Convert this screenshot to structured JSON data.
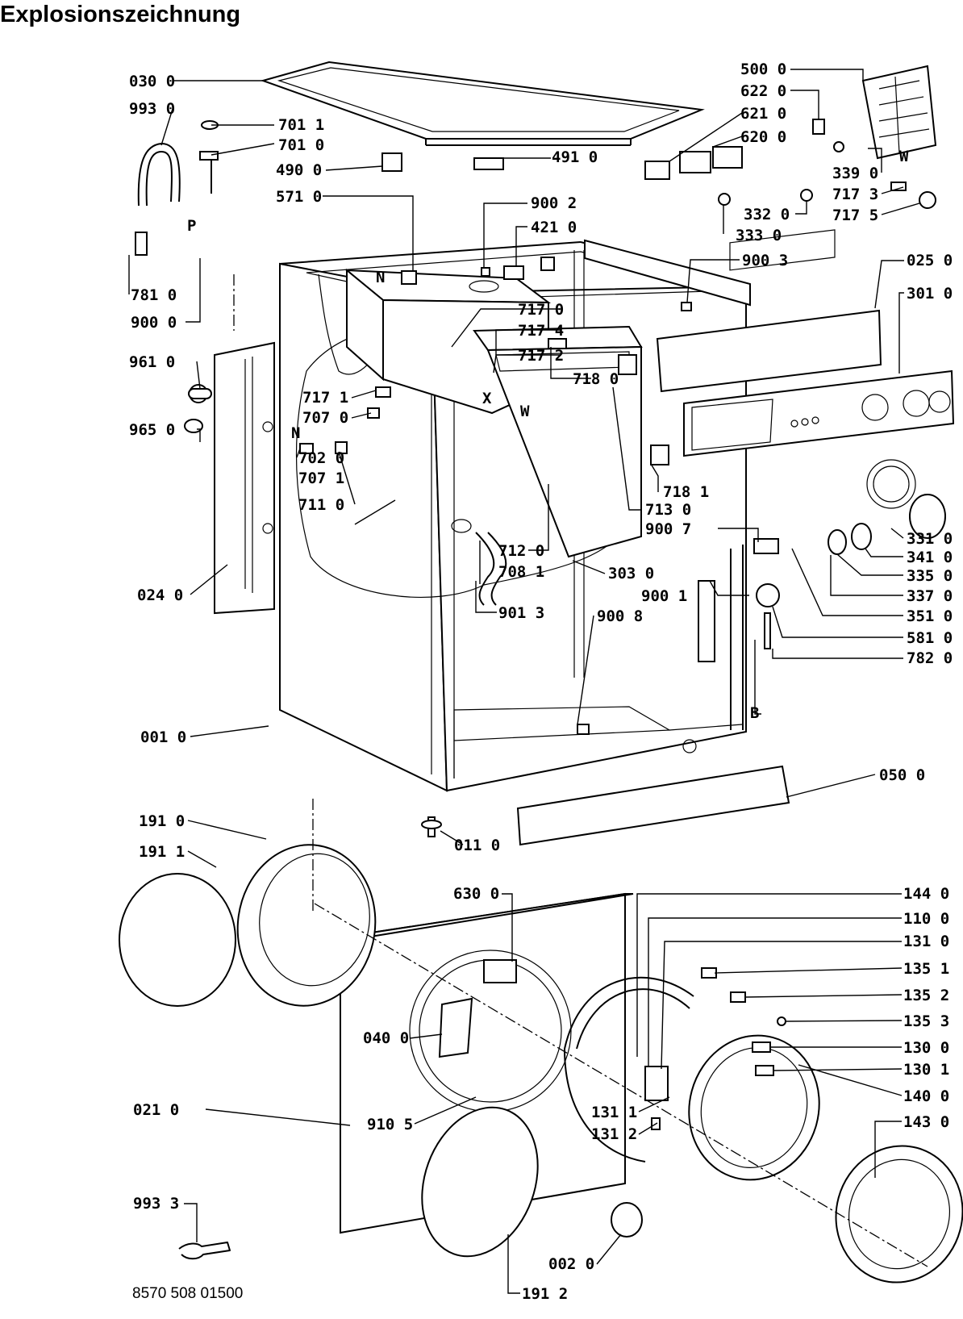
{
  "title": "Explosionszeichnung",
  "document_number": "8570 508 01500",
  "marker_letters": {
    "p": "P",
    "n_top": "N",
    "n_left": "N",
    "x": "X",
    "w_center": "W",
    "w_right": "W",
    "b": "B"
  },
  "part_labels": [
    "030 0",
    "993 0",
    "701 1",
    "701 0",
    "490 0",
    "491 0",
    "571 0",
    "900 2",
    "421 0",
    "500 0",
    "622 0",
    "621 0",
    "620 0",
    "339 0",
    "717 3",
    "717 5",
    "332 0",
    "333 0",
    "900 3",
    "025 0",
    "301 0",
    "781 0",
    "900 0",
    "717 0",
    "717 4",
    "717 2",
    "718 0",
    "961 0",
    "717 1",
    "707 0",
    "965 0",
    "702 0",
    "707 1",
    "711 0",
    "718 1",
    "713 0",
    "900 7",
    "331 0",
    "341 0",
    "335 0",
    "337 0",
    "351 0",
    "712 0",
    "708 1",
    "303 0",
    "900 1",
    "901 3",
    "900 8",
    "581 0",
    "782 0",
    "024 0",
    "001 0",
    "050 0",
    "191 0",
    "191 1",
    "011 0",
    "630 0",
    "144 0",
    "110 0",
    "131 0",
    "135 1",
    "135 2",
    "135 3",
    "130 0",
    "130 1",
    "040 0",
    "021 0",
    "910 5",
    "131 1",
    "131 2",
    "140 0",
    "143 0",
    "993 3",
    "002 0",
    "191 2"
  ]
}
